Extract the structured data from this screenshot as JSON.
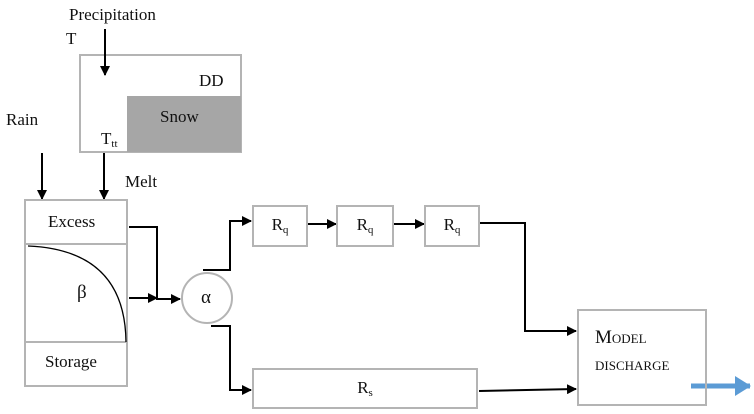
{
  "diagram": {
    "inputs": {
      "precipitation": "Precipitation",
      "temperature": "T",
      "rain": "Rain",
      "melt": "Melt"
    },
    "snow_routine": {
      "degree_day": "DD",
      "snow": "Snow",
      "threshold_temp": {
        "base": "T",
        "sub": "tt"
      }
    },
    "soil_tank": {
      "excess": "Excess",
      "beta": "β",
      "storage": "Storage"
    },
    "splitter": {
      "alpha": "α"
    },
    "quick_reservoirs": [
      {
        "base": "R",
        "sub": "q"
      },
      {
        "base": "R",
        "sub": "q"
      },
      {
        "base": "R",
        "sub": "q"
      }
    ],
    "slow_reservoir": {
      "base": "R",
      "sub": "s"
    },
    "output": {
      "line1_first": "M",
      "line1_rest": "ODEL",
      "line2": "DISCHARGE"
    },
    "colors": {
      "box_border": "#b4b4b4",
      "snow_fill": "#a6a6a6",
      "output_arrow": "#5b9bd5"
    }
  }
}
